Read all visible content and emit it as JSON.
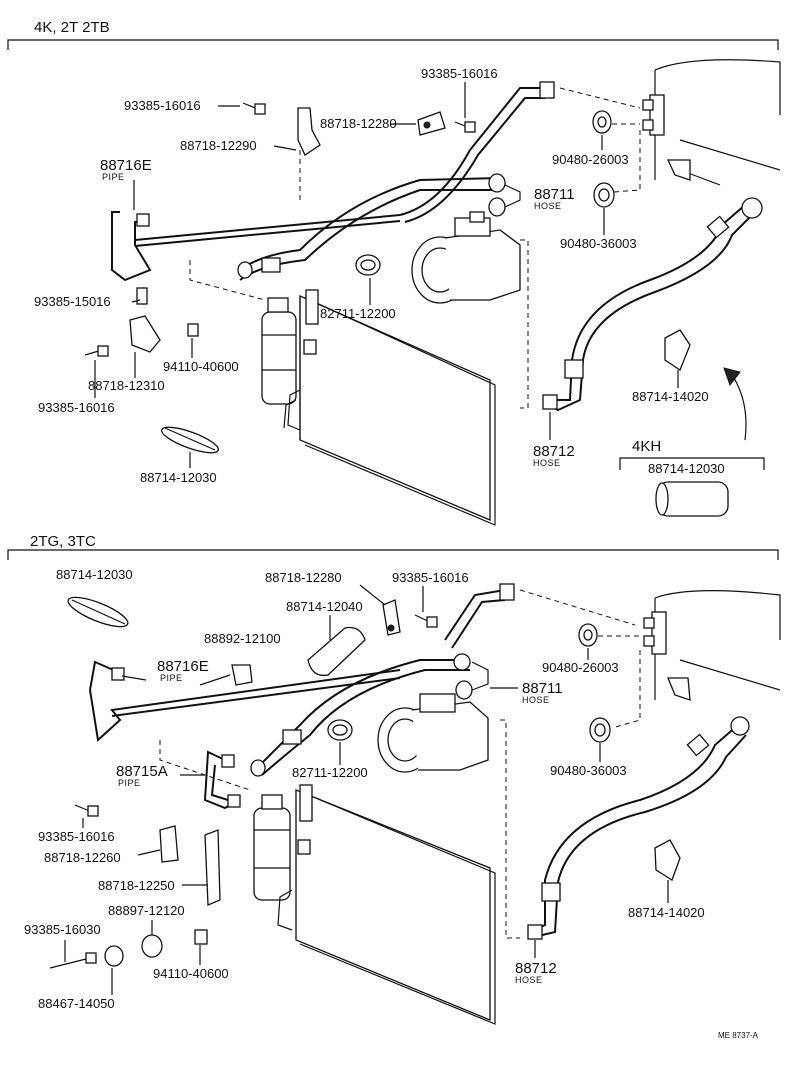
{
  "sections": [
    {
      "header": "4K, 2T 2TB"
    },
    {
      "header": "2TG, 3TC"
    }
  ],
  "top_labels": {
    "l1": "93385-16016",
    "l2": "93385-16016",
    "l3": "88718-12280",
    "l4": "88718-12290",
    "l5": "88716E",
    "l5s": "PIPE",
    "l6": "90480-26003",
    "l7": "88711",
    "l7s": "HOSE",
    "l8": "90480-36003",
    "l9": "93385-15016",
    "l10": "82711-12200",
    "l11": "94110-40600",
    "l12": "88718-12310",
    "l13": "93385-16016",
    "l14": "88714-14020",
    "l15": "88714-12030",
    "l16": "88712",
    "l16s": "HOSE",
    "l17": "4KH",
    "l18": "88714-12030"
  },
  "bottom_labels": {
    "b1": "88714-12030",
    "b2": "88718-12280",
    "b3": "93385-16016",
    "b4": "88714-12040",
    "b5": "88892-12100",
    "b6": "90480-26003",
    "b7": "88716E",
    "b7s": "PIPE",
    "b8": "88711",
    "b8s": "HOSE",
    "b9": "88715A",
    "b9s": "PIPE",
    "b10": "82711-12200",
    "b11": "90480-36003",
    "b12": "93385-16016",
    "b13": "88718-12260",
    "b14": "88718-12250",
    "b15": "88897-12120",
    "b16": "93385-16030",
    "b17": "94110-40600",
    "b18": "88467-14050",
    "b19": "88714-14020",
    "b20": "88712",
    "b20s": "HOSE"
  },
  "footer_code": "ME 8737-A"
}
